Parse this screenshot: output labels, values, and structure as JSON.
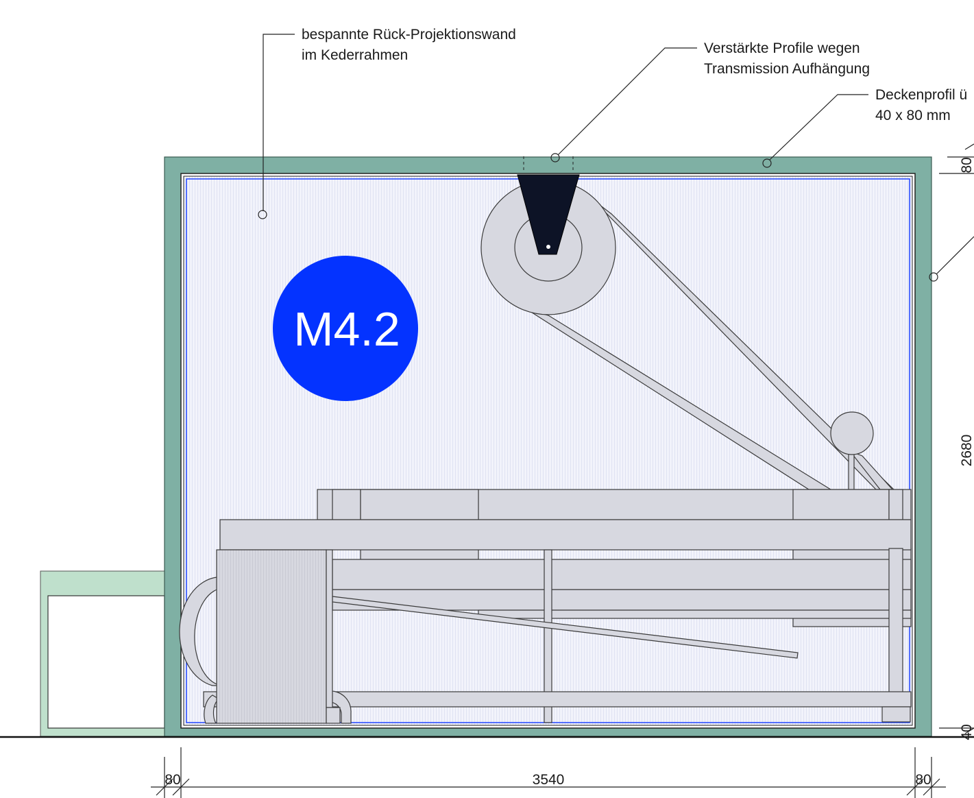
{
  "annotations": {
    "projection_wall": [
      "bespannte Rück-Projektionswand",
      "im Kederrahmen"
    ],
    "reinforced_profiles": [
      "Verstärkte Profile wegen",
      "Transmission Aufhängung"
    ],
    "ceiling_profile": [
      "Deckenprofil ü",
      "40 x 80 mm"
    ]
  },
  "badge": {
    "label": "M4.2",
    "color": "#0433ff"
  },
  "dimensions": {
    "width_total": "3540",
    "frame_left": "80",
    "frame_right": "80",
    "height": "2680",
    "top": "80",
    "bottom": "40"
  },
  "colors": {
    "frame": "#7fb0a4",
    "side_box": "#bfe0cc",
    "wall_fill": "#f2f3fb",
    "wall_border": "#1f45ff",
    "machine_parts": "#d7d8e0",
    "bracket": "#0d1326"
  }
}
